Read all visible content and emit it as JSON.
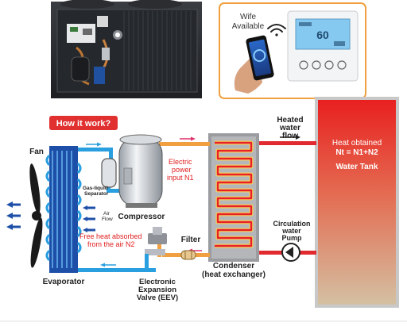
{
  "wifi_inset": {
    "label_line1": "Wife",
    "label_line2": "Available",
    "thermostat_display": "60"
  },
  "how_badge": {
    "label": "How it work?"
  },
  "labels": {
    "fan": "Fan",
    "gas_liquid_line1": "Gas-liquid",
    "gas_liquid_line2": "Separator",
    "air_flow_line1": "Air",
    "air_flow_line2": "Flow",
    "compressor": "Compressor",
    "electric_line1": "Electric",
    "electric_line2": "power",
    "electric_line3": "input N1",
    "free_heat_line1": "Free heat absorbed",
    "free_heat_line2": "from the air N2",
    "evaporator": "Evaporator",
    "filter": "Filter",
    "eev_line1": "Electronic",
    "eev_line2": "Expansion",
    "eev_line3": "Valve (EEV)",
    "heated_line1": "Heated",
    "heated_line2": "water",
    "heated_line3": "flow",
    "condenser_line1": "Condenser",
    "condenser_line2": "(heat exchanger)",
    "circ_line1": "Circulation",
    "circ_line2": "water",
    "circ_line3": "Pump",
    "heat_obtained_line1": "Heat obtained",
    "heat_obtained_line2": "Nt = N1+N2",
    "water_tank": "Water Tank"
  },
  "colors": {
    "red_text": "#e02020",
    "badge_red": "#e03030",
    "pipe_blue": "#2a9fe0",
    "hot_red": "#e8202a",
    "orange_border": "#f0a040",
    "tank_top": "#e82828",
    "tank_bottom": "#d4bfa0"
  }
}
